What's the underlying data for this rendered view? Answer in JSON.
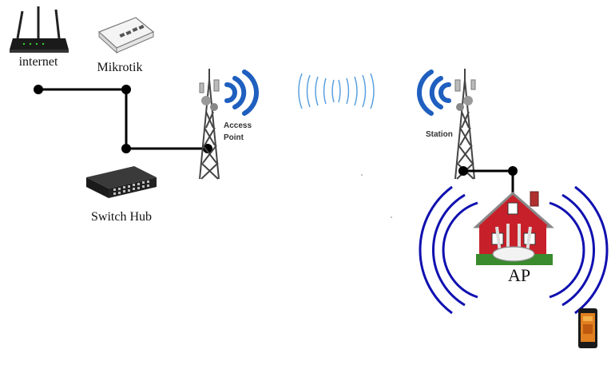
{
  "labels": {
    "internet": "internet",
    "mikrotik": "Mikrotik",
    "switch_hub": "Switch Hub",
    "access_point_line1": "Access",
    "access_point_line2": "Point",
    "station": "Station",
    "ap": "AP"
  },
  "colors": {
    "line": "#000000",
    "wave_blue": "#1f5fbf",
    "wave_light": "#5aa0e0",
    "house_wall": "#c8202a",
    "house_roof": "#9a9a9a",
    "signal_ring": "#1010b0"
  },
  "icons": [
    "router-icon",
    "mikrotik-icon",
    "switch-icon",
    "tower-icon",
    "house-icon",
    "smartphone-icon"
  ]
}
